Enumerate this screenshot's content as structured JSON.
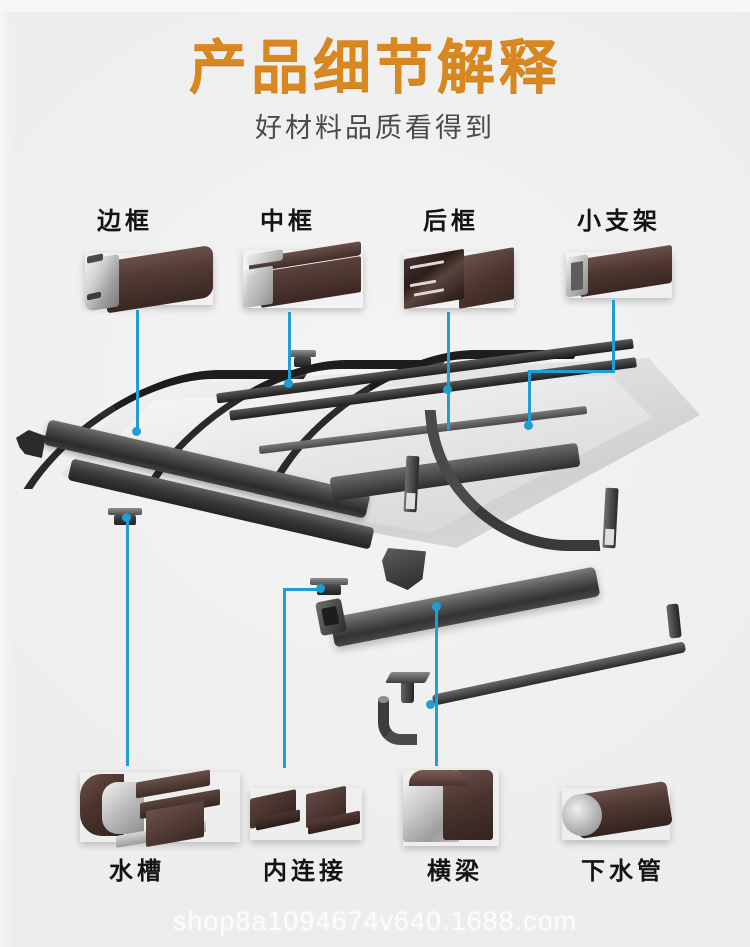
{
  "header": {
    "title": "产品细节解释",
    "subtitle": "好材料品质看得到",
    "title_color": "#d9871f",
    "subtitle_color": "#4a4a4a"
  },
  "theme": {
    "background": "#efefef",
    "leader_line_color": "#1f9ed4",
    "part_brown": "#4a342f",
    "part_silver": "#c9c9c9",
    "part_dark": "#3c3c3c",
    "label_color": "#141414"
  },
  "parts": {
    "top_row": [
      {
        "label": "边框",
        "icon": "side-frame-profile-icon"
      },
      {
        "label": "中框",
        "icon": "middle-frame-profile-icon"
      },
      {
        "label": "后框",
        "icon": "rear-frame-profile-icon"
      },
      {
        "label": "小支架",
        "icon": "small-bracket-profile-icon"
      }
    ],
    "bottom_row": [
      {
        "label": "水槽",
        "icon": "gutter-profile-icon"
      },
      {
        "label": "内连接",
        "icon": "inner-connector-icon"
      },
      {
        "label": "横梁",
        "icon": "cross-beam-icon"
      },
      {
        "label": "下水管",
        "icon": "downspout-pipe-icon"
      }
    ]
  },
  "assembly": {
    "name": "canopy-exploded-view",
    "description": "awning assembly exploded diagram"
  },
  "watermark": {
    "text": "shop8a1094674v640.1688.com"
  }
}
